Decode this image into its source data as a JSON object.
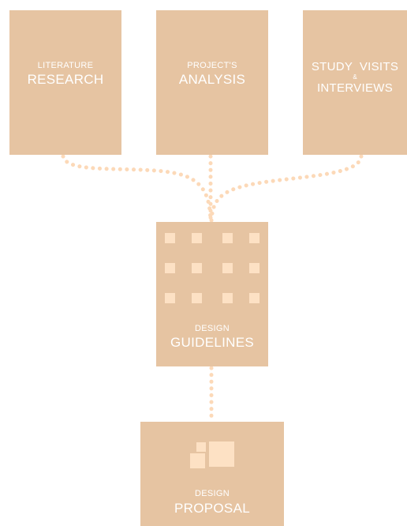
{
  "colors": {
    "box_fill": "#e6c4a2",
    "text": "#ffffff",
    "accent": "#fde1c4",
    "connector": "#fcd9b8"
  },
  "boxes": {
    "literature": {
      "small": "LITERATURE",
      "big": "RESEARCH"
    },
    "project": {
      "small": "PROJECT'S",
      "big": "ANALYSIS"
    },
    "visits": {
      "line1": "STUDY  VISITS",
      "amp": "&",
      "line2": "INTERVIEWS"
    },
    "guidelines": {
      "small": "DESIGN",
      "big": "GUIDELINES"
    },
    "proposal": {
      "small": "DESIGN",
      "big": "PROPOSAL"
    }
  }
}
